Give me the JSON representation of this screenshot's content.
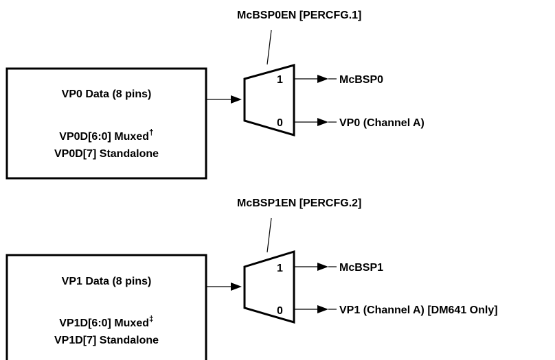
{
  "groups": [
    {
      "enable_label": "McBSP0EN [PERCFG.1]",
      "box_title": "VP0 Data (8 pins)",
      "box_line1": "VP0D[6:0] Muxed",
      "box_line1_mark": "†",
      "box_line2": "VP0D[7] Standalone",
      "mux_in1": "1",
      "mux_in0": "0",
      "out1_label": "McBSP0",
      "out0_label": "VP0 (Channel A)"
    },
    {
      "enable_label": "McBSP1EN [PERCFG.2]",
      "box_title": "VP1 Data (8 pins)",
      "box_line1": "VP1D[6:0] Muxed",
      "box_line1_mark": "‡",
      "box_line2": "VP1D[7] Standalone",
      "mux_in1": "1",
      "mux_in0": "0",
      "out1_label": "McBSP1",
      "out0_label": "VP1 (Channel A) [DM641 Only]"
    }
  ]
}
